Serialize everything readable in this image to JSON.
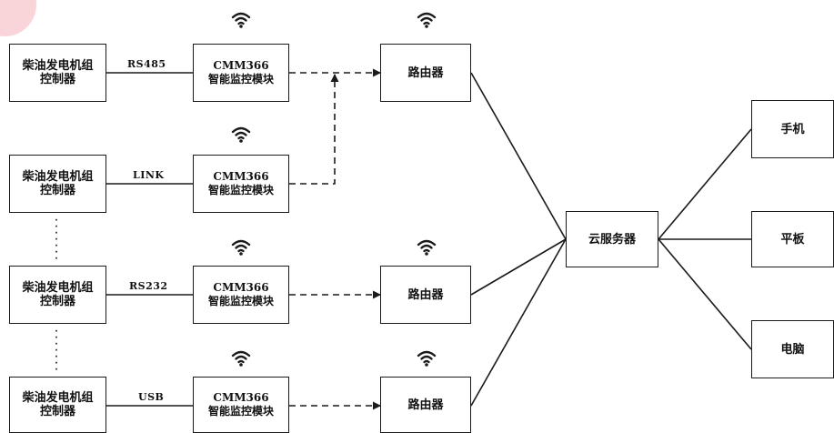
{
  "controllers": [
    {
      "line1": "柴油发电机组",
      "line2": "控制器",
      "link": "RS485"
    },
    {
      "line1": "柴油发电机组",
      "line2": "控制器",
      "link": "LINK"
    },
    {
      "line1": "柴油发电机组",
      "line2": "控制器",
      "link": "RS232"
    },
    {
      "line1": "柴油发电机组",
      "line2": "控制器",
      "link": "USB"
    }
  ],
  "modules": [
    {
      "line1": "CMM366",
      "line2": "智能监控模块"
    },
    {
      "line1": "CMM366",
      "line2": "智能监控模块"
    },
    {
      "line1": "CMM366",
      "line2": "智能监控模块"
    },
    {
      "line1": "CMM366",
      "line2": "智能监控模块"
    }
  ],
  "routers": [
    "路由器",
    "路由器",
    "路由器"
  ],
  "cloud": "云服务器",
  "devices": [
    "手机",
    "平板",
    "电脑"
  ],
  "icons": {
    "wireless": "wifi-icon",
    "ellipsis": "vertical-dots"
  },
  "colors": {
    "line": "#1a1a1a",
    "corner_accent": "#f7c9cf"
  }
}
